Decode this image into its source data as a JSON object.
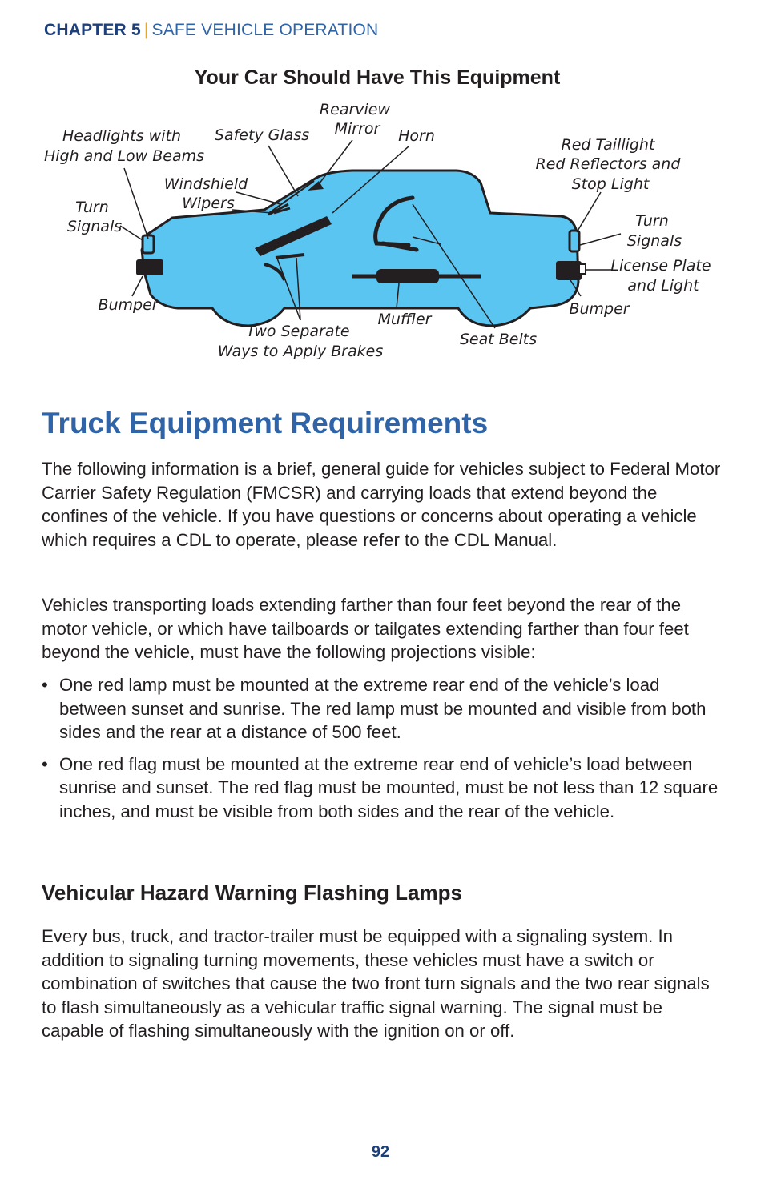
{
  "header": {
    "chapter": "CHAPTER 5",
    "separator": "|",
    "section": "SAFE VEHICLE OPERATION"
  },
  "figure": {
    "title": "Your Car Should Have This Equipment",
    "labels": {
      "headlights": [
        "Headlights with",
        "High and Low Beams"
      ],
      "safety_glass": [
        "Safety Glass"
      ],
      "rearview_mirror": [
        "Rearview",
        "Mirror"
      ],
      "horn": [
        "Horn"
      ],
      "windshield_wipers": [
        "Windshield",
        "Wipers"
      ],
      "turn_signals_front": [
        "Turn",
        "Signals"
      ],
      "bumper_front": [
        "Bumper"
      ],
      "brakes": [
        "Two Separate",
        "Ways to Apply Brakes"
      ],
      "muffler": [
        "Muffler"
      ],
      "seat_belts": [
        "Seat Belts"
      ],
      "red_taillight": [
        "Red Taillight",
        "Red Reflectors and",
        "Stop Light"
      ],
      "turn_signals_rear": [
        "Turn",
        "Signals"
      ],
      "license_plate": [
        "License Plate",
        "and Light"
      ],
      "bumper_rear": [
        "Bumper"
      ]
    },
    "colors": {
      "car_body": "#5bc5f2",
      "outline": "#231f20"
    }
  },
  "section": {
    "heading": "Truck Equipment Requirements",
    "para1": "The following information is a brief, general guide for vehicles subject to Federal Motor Carrier Safety Regulation (FMCSR) and carrying loads that extend beyond the confines of the vehicle. If you have questions or concerns about operating a vehicle which requires a CDL to operate, please refer to the CDL Manual.",
    "para2": "Vehicles transporting loads extending farther than four feet beyond the rear of the motor vehicle, or which have tailboards or tailgates extending farther than four feet beyond the vehicle, must have the following projections visible:",
    "bullets": [
      "One red lamp must be mounted at the extreme rear end of the vehicle’s load between sunset and sunrise. The red lamp must be mounted and visible from both sides and the rear at a distance of 500 feet.",
      "One red flag must be mounted at the extreme rear end of vehicle’s load between sunrise and sunset. The red flag must be mounted, must be not less than 12 square inches, and must be visible from both sides and the rear of the vehicle."
    ]
  },
  "subsection": {
    "heading": "Vehicular Hazard Warning Flashing Lamps",
    "para": "Every bus, truck, and tractor-trailer must be equipped with a signaling system. In addition to signaling turning movements, these vehicles must have a switch or combination of switches that cause the two front turn signals and the two rear signals to flash simultaneously as a vehicular traffic signal warning. The signal must be capable of flashing simultaneously with the ignition on or off."
  },
  "page_number": "92"
}
